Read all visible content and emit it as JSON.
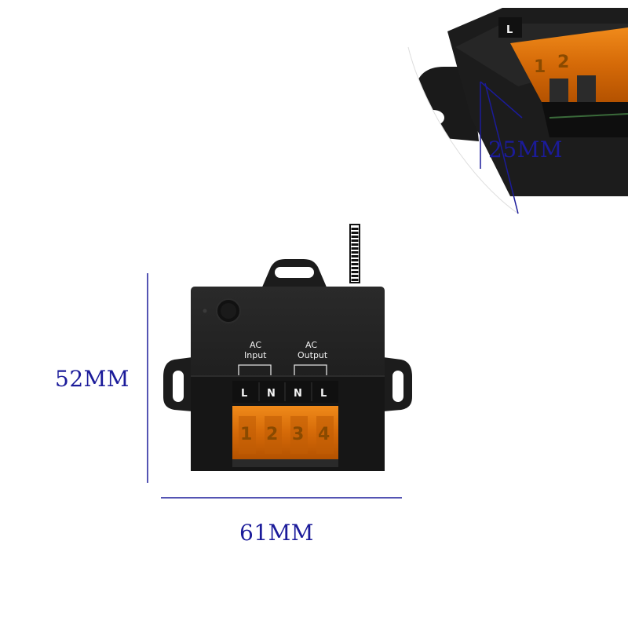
{
  "dimensions": {
    "height_label": "52MM",
    "width_label": "61MM",
    "depth_label": "25MM"
  },
  "device": {
    "input_label_line1": "AC",
    "input_label_line2": "Input",
    "output_label_line1": "AC",
    "output_label_line2": "Output",
    "terminal_letters": [
      "L",
      "N",
      "N",
      "L"
    ],
    "terminal_numbers": [
      "1",
      "2",
      "3",
      "4"
    ]
  },
  "inset": {
    "terminal_letter": "L",
    "terminal_numbers": [
      "1",
      "2"
    ]
  },
  "colors": {
    "dimension_line": "#1b1b9a",
    "housing": "#1c1c1c",
    "terminal_cover": "#e07a10"
  }
}
